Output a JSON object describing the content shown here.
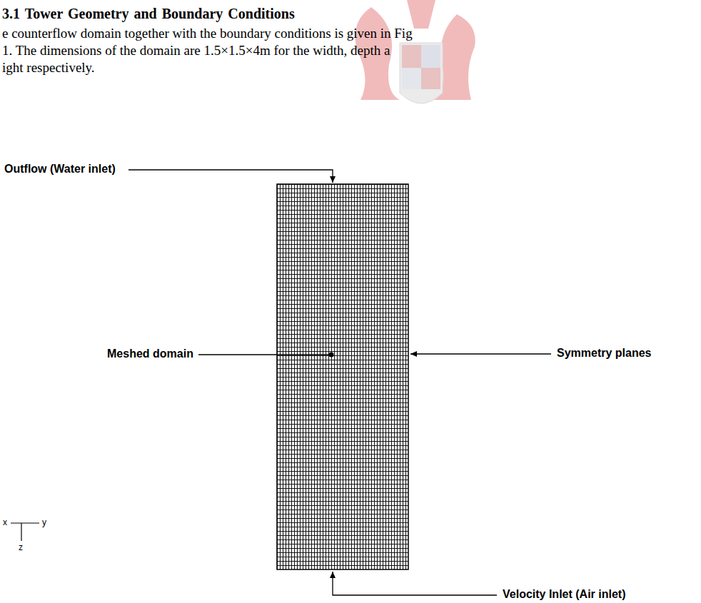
{
  "diagram": {
    "title": "3.1 Tower Geometry and Boundary Conditions",
    "labels": [
      "e counterflow domain together with the boundary conditions is given in Fig",
      "1. The dimensions of the domain are 1.5×1.5×4m for the width, depth a",
      "ight respectively.",
      "Outflow (Water inlet)",
      "Meshed domain",
      "Symmetry planes",
      "Velocity Inlet (Air inlet)",
      "x",
      "y",
      "z"
    ]
  }
}
